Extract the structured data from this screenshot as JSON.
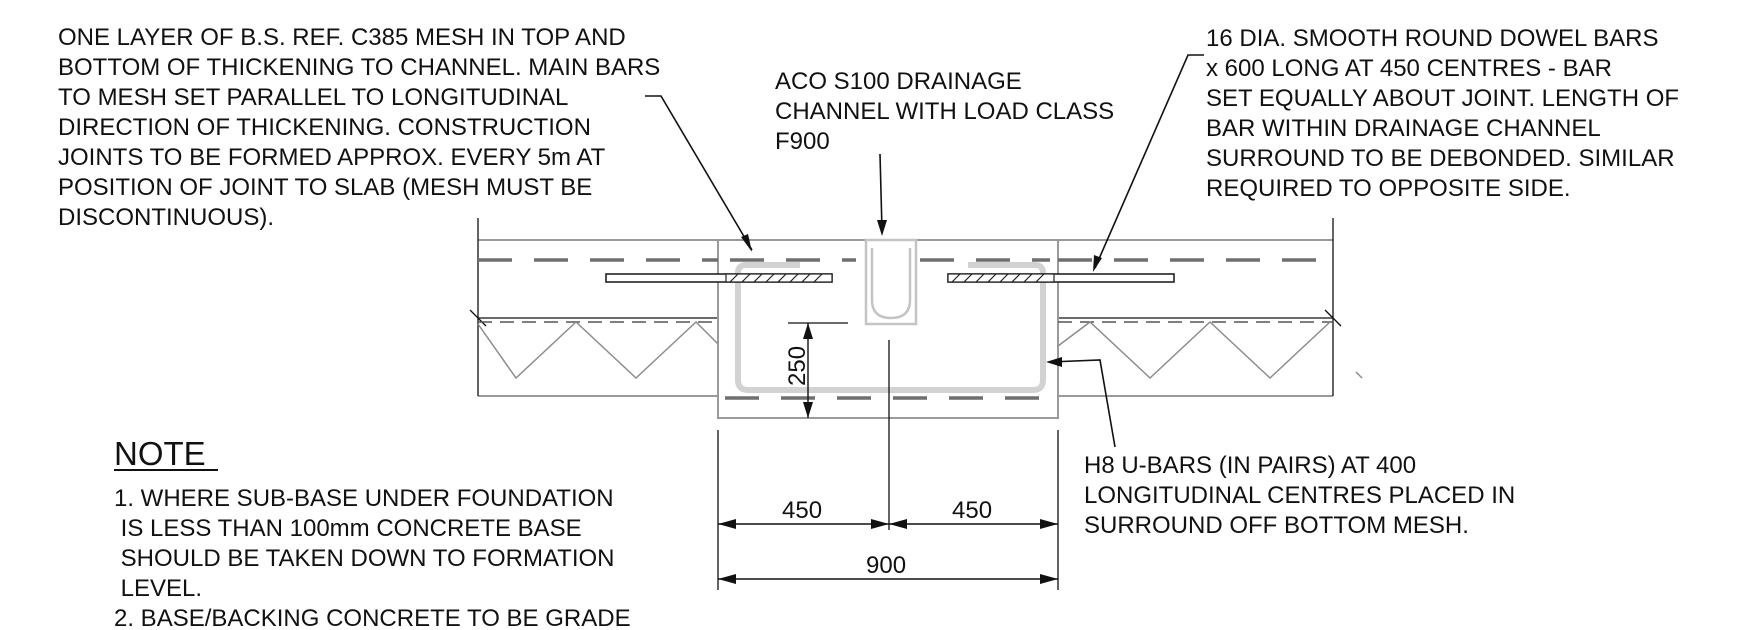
{
  "annotations": {
    "mesh_note": [
      "ONE LAYER OF B.S. REF. C385 MESH IN TOP AND",
      "BOTTOM OF THICKENING TO CHANNEL. MAIN BARS",
      "TO MESH SET PARALLEL TO LONGITUDINAL",
      "DIRECTION OF THICKENING. CONSTRUCTION",
      "JOINTS TO BE FORMED APPROX. EVERY 5m AT",
      "POSITION OF JOINT TO SLAB (MESH MUST BE",
      "DISCONTINUOUS)."
    ],
    "channel_note": [
      "ACO S100 DRAINAGE",
      "CHANNEL WITH LOAD CLASS",
      "F900"
    ],
    "dowel_note": [
      "16 DIA. SMOOTH ROUND DOWEL BARS",
      "x 600 LONG AT 450 CENTRES - BAR",
      "SET EQUALLY ABOUT JOINT. LENGTH OF",
      "BAR WITHIN DRAINAGE CHANNEL",
      "SURROUND TO BE DEBONDED. SIMILAR",
      "REQUIRED TO OPPOSITE SIDE."
    ],
    "ubar_note": [
      "H8 U-BARS (IN PAIRS) AT 400",
      "LONGITUDINAL CENTRES PLACED IN",
      "SURROUND OFF BOTTOM MESH."
    ]
  },
  "note": {
    "title": "NOTE",
    "items": [
      "1. WHERE SUB-BASE UNDER FOUNDATION",
      " IS LESS THAN 100mm CONCRETE BASE",
      " SHOULD BE TAKEN DOWN TO FORMATION",
      " LEVEL.",
      "2. BASE/BACKING CONCRETE TO BE GRADE"
    ]
  },
  "dimensions": {
    "depth": "250",
    "left_half": "450",
    "right_half": "450",
    "overall": "900"
  }
}
